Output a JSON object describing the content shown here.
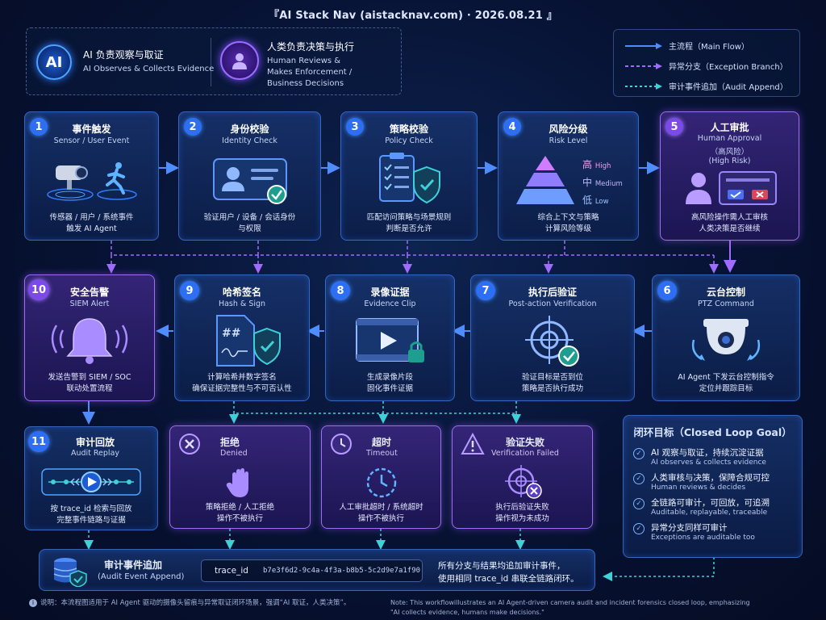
{
  "title": "『AI Stack Nav (aistacknav.com) · 2026.08.21 』",
  "header": {
    "ai_badge": "AI",
    "ai_zh": "AI 负责观察与取证",
    "ai_en": "AI Observes & Collects Evidence",
    "human_zh": "人类负责决策与执行",
    "human_en1": "Human Reviews &",
    "human_en2": "Makes Enforcement /",
    "human_en3": "Business Decisions"
  },
  "legend": {
    "main": "主流程（Main Flow）",
    "exception": "异常分支（Exception Branch）",
    "audit": "审计事件追加（Audit Append）"
  },
  "steps": [
    {
      "num": "1",
      "zh": "事件触发",
      "en": "Sensor / User Event",
      "d1": "传感器 / 用户 / 系统事件",
      "d2": "触发 AI Agent"
    },
    {
      "num": "2",
      "zh": "身份校验",
      "en": "Identity Check",
      "d1": "验证用户 / 设备 / 会话身份",
      "d2": "与权限"
    },
    {
      "num": "3",
      "zh": "策略校验",
      "en": "Policy Check",
      "d1": "匹配访问策略与场景规则",
      "d2": "判断是否允许"
    },
    {
      "num": "4",
      "zh": "风险分级",
      "en": "Risk Level",
      "d1": "综合上下文与策略",
      "d2": "计算风险等级"
    },
    {
      "num": "5",
      "zh": "人工审批",
      "en": "Human Approval",
      "en2": "（高风险）",
      "en3": "(High Risk)",
      "d1": "高风险操作需人工审核",
      "d2": "人类决策是否继续"
    },
    {
      "num": "6",
      "zh": "云台控制",
      "en": "PTZ Command",
      "d1": "AI Agent 下发云台控制指令",
      "d2": "定位并跟踪目标"
    },
    {
      "num": "7",
      "zh": "执行后验证",
      "en": "Post-action Verification",
      "d1": "验证目标是否到位",
      "d2": "策略是否执行成功"
    },
    {
      "num": "8",
      "zh": "录像证据",
      "en": "Evidence Clip",
      "d1": "生成录像片段",
      "d2": "固化事件证据"
    },
    {
      "num": "9",
      "zh": "哈希签名",
      "en": "Hash & Sign",
      "d1": "计算哈希并数字签名",
      "d2": "确保证据完整性与不可否认性"
    },
    {
      "num": "10",
      "zh": "安全告警",
      "en": "SIEM Alert",
      "d1": "发送告警到 SIEM / SOC",
      "d2": "联动处置流程"
    },
    {
      "num": "11",
      "zh": "审计回放",
      "en": "Audit Replay",
      "d1": "按 trace_id 检索与回放",
      "d2": "完整事件链路与证据"
    }
  ],
  "risk_levels": {
    "high_zh": "高",
    "high_en": "High",
    "med_zh": "中",
    "med_en": "Medium",
    "low_zh": "低",
    "low_en": "Low"
  },
  "exceptions": [
    {
      "zh": "拒绝",
      "en": "Denied",
      "d1": "策略拒绝 / 人工拒绝",
      "d2": "操作不被执行"
    },
    {
      "zh": "超时",
      "en": "Timeout",
      "d1": "人工审批超时 / 系统超时",
      "d2": "操作不被执行"
    },
    {
      "zh": "验证失败",
      "en": "Verification Failed",
      "d1": "执行后验证失败",
      "d2": "操作视为未成功"
    }
  ],
  "goal": {
    "title": "闭环目标（Closed Loop Goal）",
    "items": [
      {
        "zh": "AI 观察与取证，持续沉淀证据",
        "en": "AI observes & collects evidence"
      },
      {
        "zh": "人类审核与决策，保障合规可控",
        "en": "Human reviews & decides"
      },
      {
        "zh": "全链路可审计，可回放，可追溯",
        "en": "Auditable, replayable, traceable"
      },
      {
        "zh": "异常分支同样可审计",
        "en": "Exceptions are auditable too"
      }
    ]
  },
  "audit": {
    "zh": "审计事件追加",
    "en": "(Audit Event Append)",
    "trace_label": "trace_id",
    "trace_value": "b7e3f6d2-9c4a-4f3a-b8b5-5c2d9e7a1f90",
    "note1": "所有分支与结果均追加审计事件，",
    "note2": "使用相同 trace_id 串联全链路闭环。"
  },
  "footer": {
    "zh": "说明：本流程图适用于 AI Agent 驱动的摄像头留痕与异常取证闭环场景，强调“AI 取证，人类决策”。",
    "en1": "Note: This workflowillustrates an AI Agent-driven camera audit and incident forensics closed loop, emphasizing",
    "en2": "\"AI collects evidence, humans make decisions.\""
  },
  "colors": {
    "main": "#4f8dff",
    "exception": "#a06bff",
    "audit": "#3fd1d8",
    "card_border": "#4682e6",
    "purple_border": "#aa78ff"
  }
}
